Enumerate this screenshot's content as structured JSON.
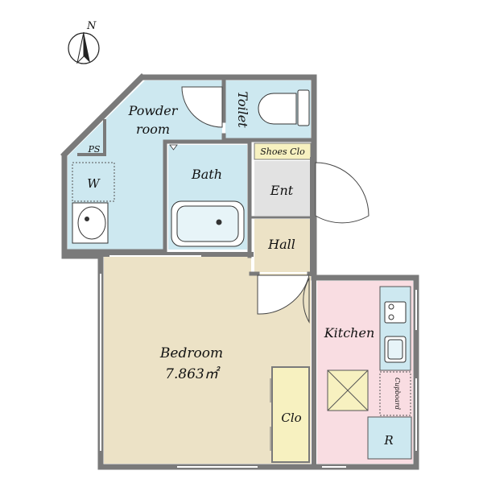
{
  "compass": {
    "north_label": "N",
    "icon": "north-arrow-icon"
  },
  "rooms": {
    "powder_room_line1": "Powder",
    "powder_room_line2": "room",
    "toilet": "Toilet",
    "ps": "PS",
    "washer": "W",
    "bath": "Bath",
    "shoes_clo": "Shoes Clo",
    "entrance": "Ent",
    "hall": "Hall",
    "bedroom": "Bedroom",
    "bedroom_area": "7.863㎡",
    "closet": "Clo",
    "kitchen": "Kitchen",
    "cupboard": "Cupboard",
    "refrigerator": "R"
  },
  "colors": {
    "wall": "#7a7a7a",
    "wet_area": "#cde8f0",
    "bedroom": "#ece2c6",
    "hall": "#ece2c6",
    "closet": "#f7f1c0",
    "entrance": "#e2e2e2",
    "kitchen": "#f9dde2",
    "kitchen_fixture": "#cde8f0"
  }
}
